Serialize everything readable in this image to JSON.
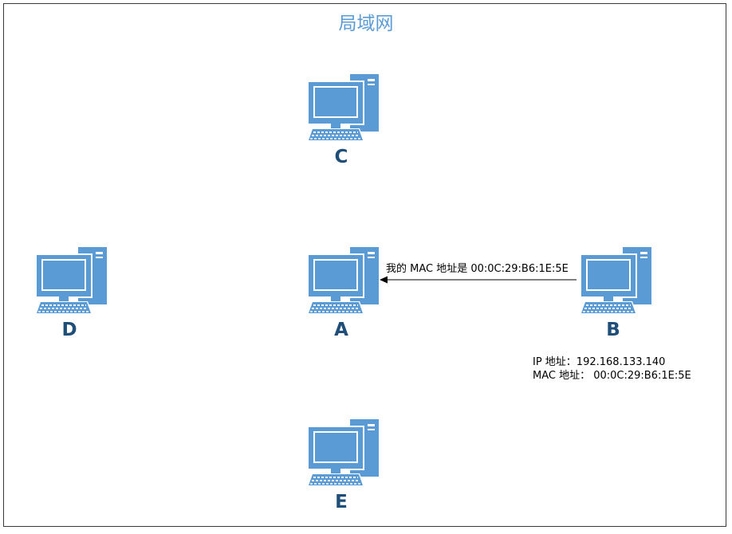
{
  "title": "局域网",
  "hosts": {
    "c": {
      "label": "C"
    },
    "d": {
      "label": "D"
    },
    "a": {
      "label": "A"
    },
    "b": {
      "label": "B",
      "ip_line": "IP 地址：192.168.133.140",
      "mac_line": "MAC 地址： 00:0C:29:B6:1E:5E"
    },
    "e": {
      "label": "E"
    }
  },
  "message": "我的 MAC 地址是 00:0C:29:B6:1E:5E",
  "colors": {
    "accent": "#5b9bd5",
    "label": "#1f4e79"
  }
}
